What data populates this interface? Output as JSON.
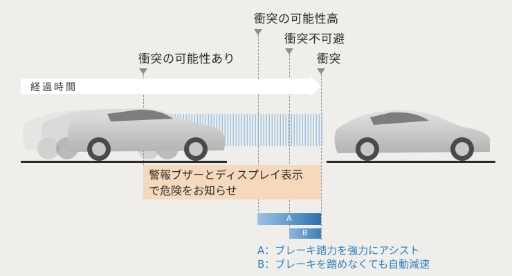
{
  "markers": {
    "possible": "衝突の可能性あり",
    "high": "衝突の可能性高",
    "unavoidable": "衝突不可避",
    "collision": "衝突"
  },
  "timeline_label": "経過時間",
  "warning": {
    "line1": "警報ブザーとディスプレイ表示",
    "line2": "で危険をお知らせ"
  },
  "bars": {
    "a": "A",
    "b": "B"
  },
  "legend": {
    "a": "A：ブレーキ踏力を強力にアシスト",
    "b": "B：ブレーキを踏めなくても自動減速"
  },
  "colors": {
    "accent": "#2f7fbf",
    "warning_bg": "#f6d9bd",
    "background": "#efeeeb"
  }
}
